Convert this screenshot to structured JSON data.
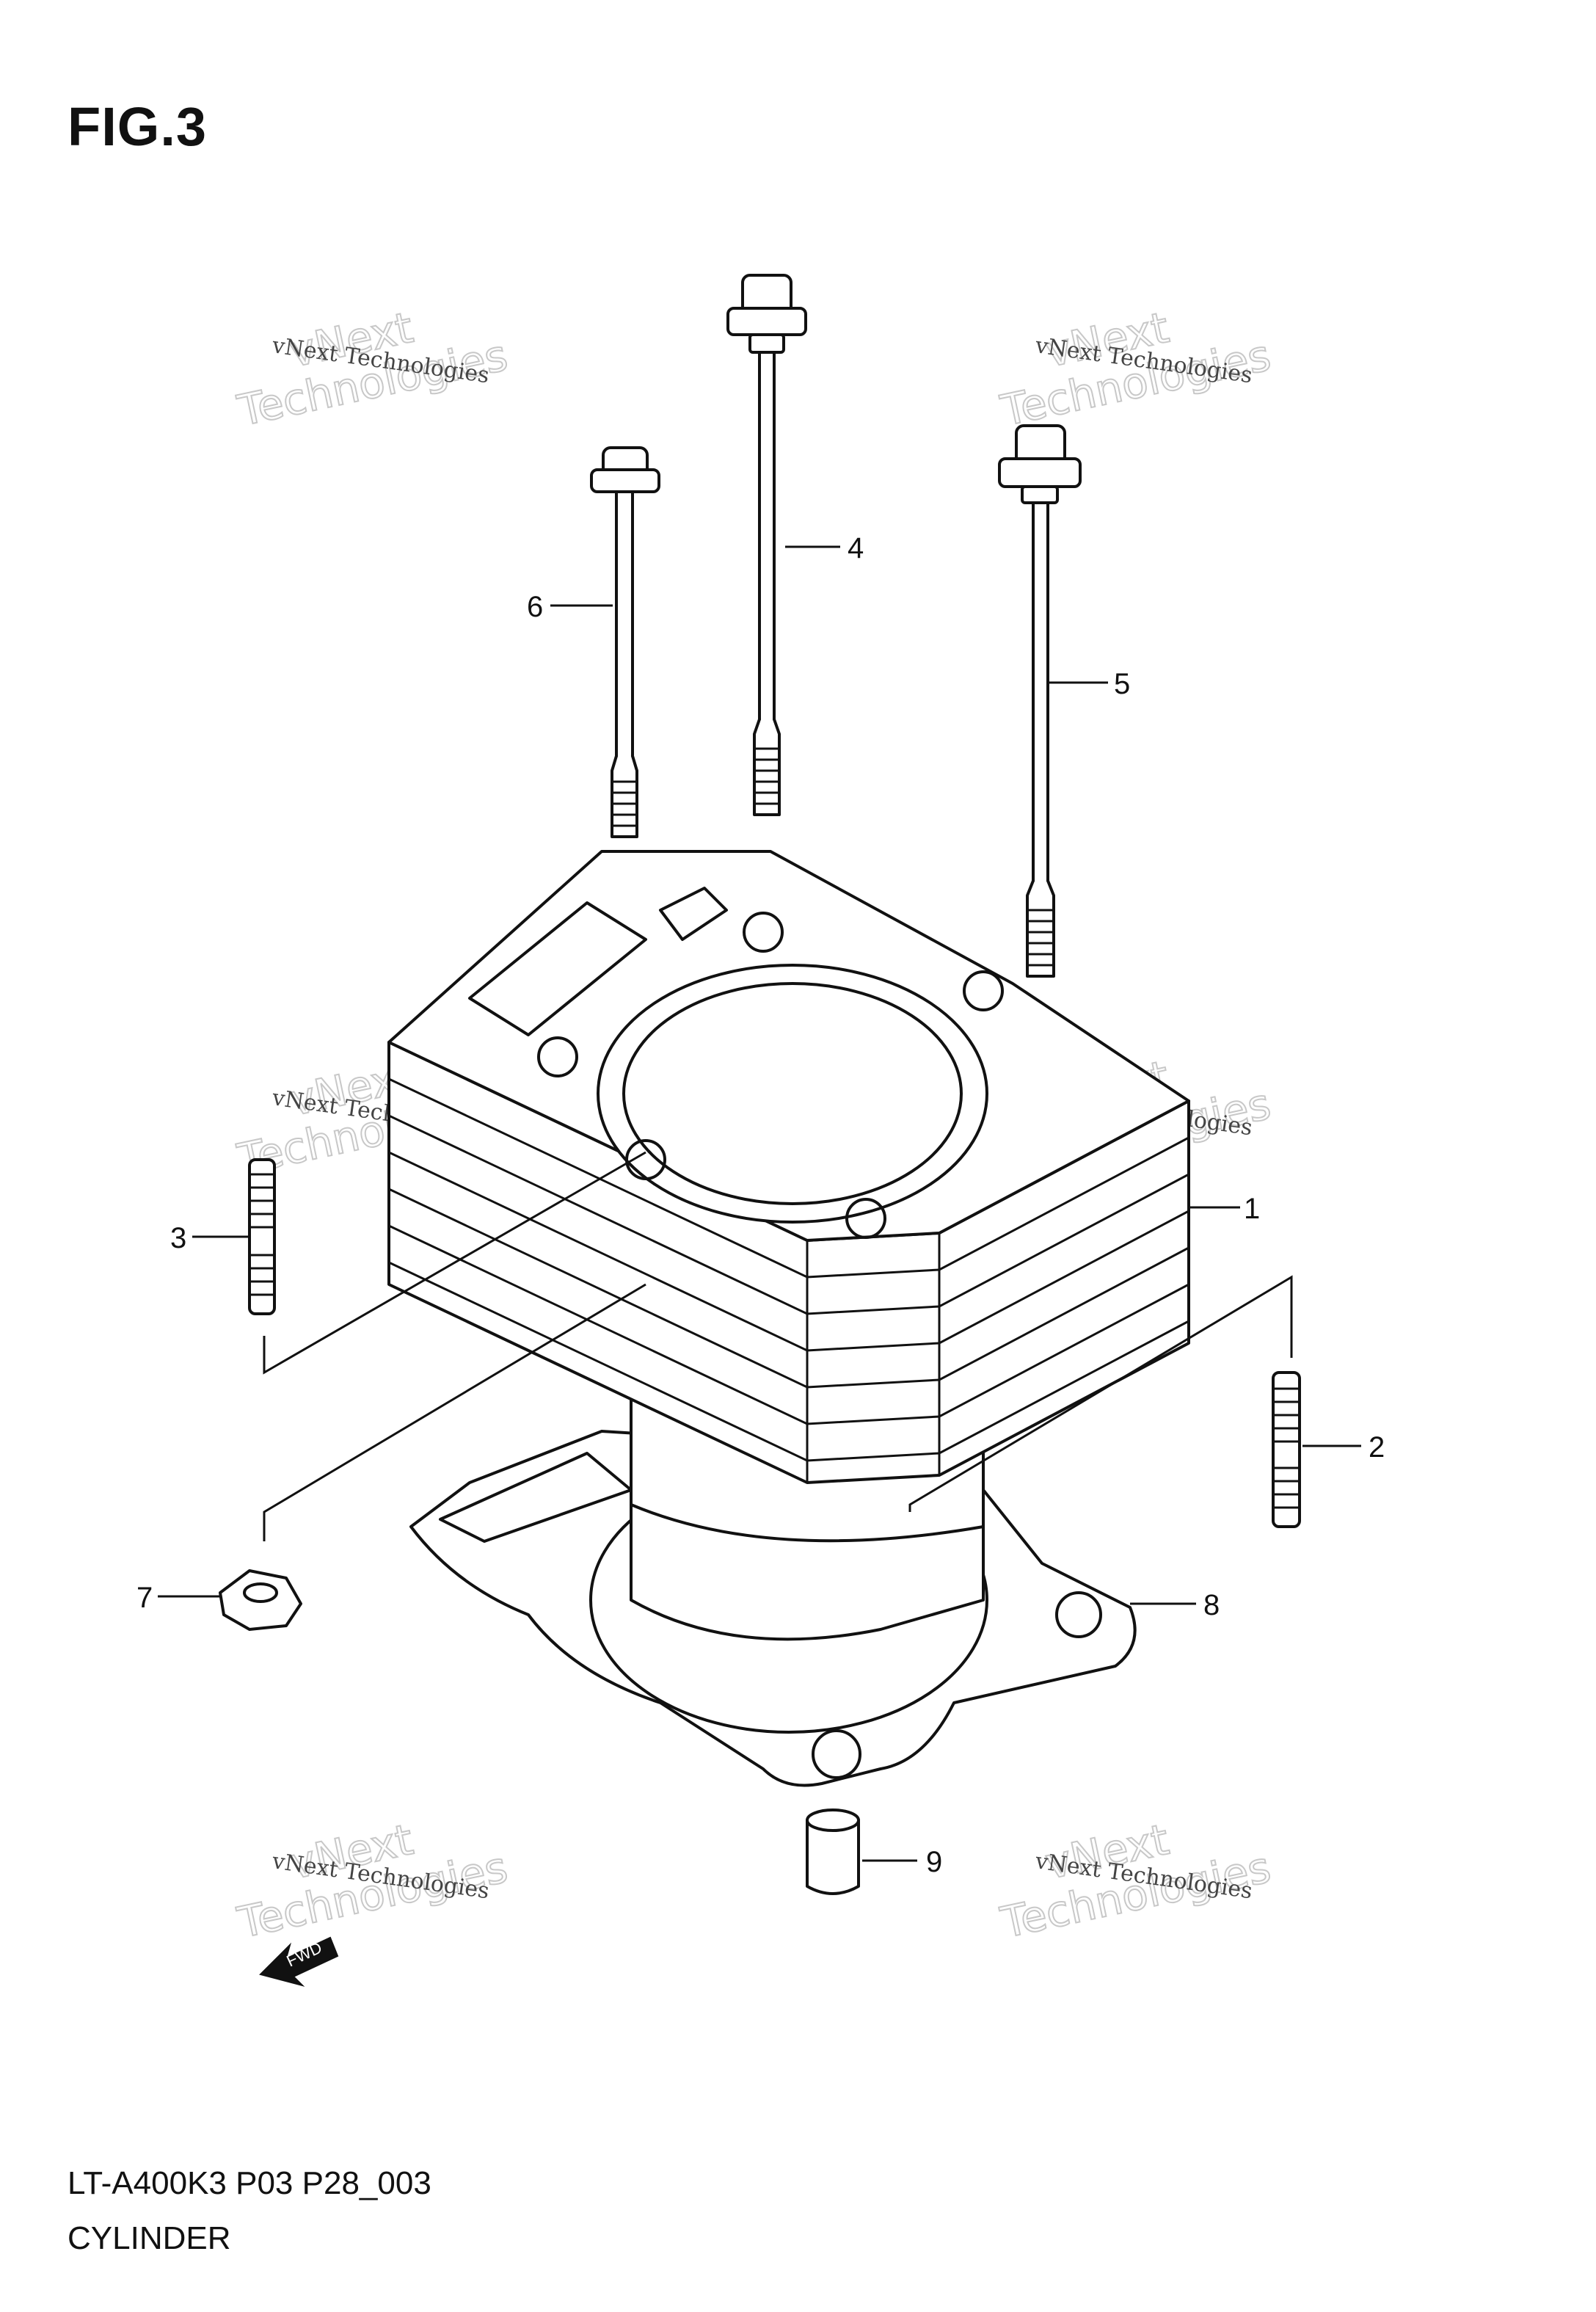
{
  "figure": {
    "title": "FIG.3",
    "code": "LT-A400K3 P03 P28_003",
    "caption": "CYLINDER"
  },
  "callouts": [
    "1",
    "2",
    "3",
    "4",
    "5",
    "6",
    "7",
    "8",
    "9"
  ],
  "watermark": {
    "line1": "vNext Technologies",
    "line2": "vNext",
    "line3": "Technologies"
  },
  "arrow_label": "FWD"
}
